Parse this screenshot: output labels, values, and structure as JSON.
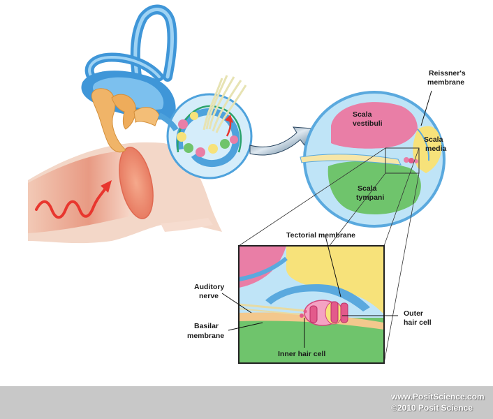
{
  "labels": {
    "reissners_line1": "Reissner's",
    "reissners_line2": "membrane",
    "scala_vestibuli_line1": "Scala",
    "scala_vestibuli_line2": "vestibuli",
    "scala_media_line1": "Scala",
    "scala_media_line2": "media",
    "scala_tympani_line1": "Scala",
    "scala_tympani_line2": "tympani",
    "tectorial_membrane": "Tectorial membrane",
    "auditory_nerve_line1": "Auditory",
    "auditory_nerve_line2": "nerve",
    "basilar_membrane_line1": "Basilar",
    "basilar_membrane_line2": "membrane",
    "outer_hair_cell_line1": "Outer",
    "outer_hair_cell_line2": "hair cell",
    "inner_hair_cell": "Inner hair cell"
  },
  "footer": {
    "website": "www.PositScience.com",
    "copyright": "©2010 Posit Science"
  },
  "colors": {
    "vestibuli": "#e97ea6",
    "media": "#f7e27a",
    "tympani": "#6fc46c",
    "fluid": "#bfe4f7",
    "bone": "#5aa9de",
    "sound_wave": "#e8362e"
  }
}
